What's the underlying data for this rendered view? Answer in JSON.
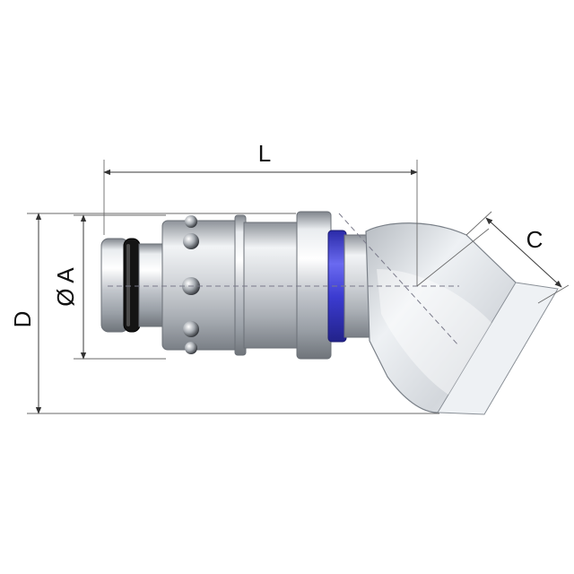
{
  "labels": {
    "length": "L",
    "diameter_a": "Ø A",
    "diameter_d": "D",
    "size_c": "C"
  },
  "colors": {
    "seal_ring": "#3b3bd0",
    "o_ring": "#111111",
    "metal_mid": "#c9ccd1",
    "metal_light": "#f4f6f8",
    "metal_dark": "#8a8f96",
    "dimension": "#333333"
  }
}
